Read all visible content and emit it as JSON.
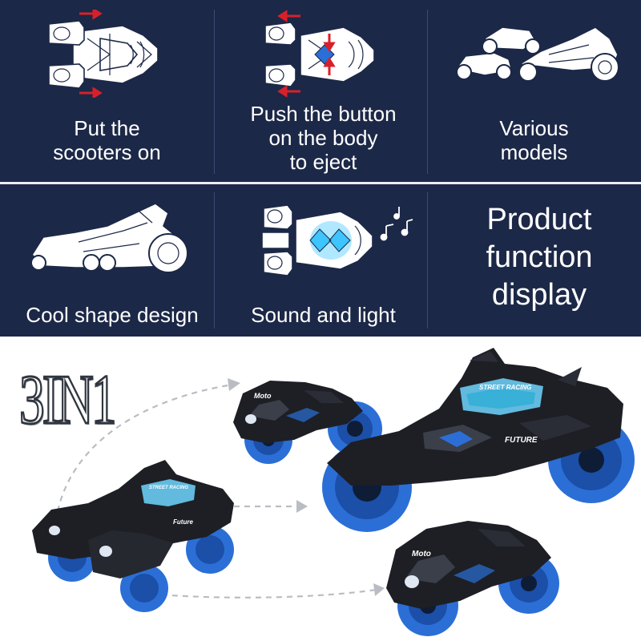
{
  "features": {
    "put_scooters": "Put the\nscooters on",
    "push_button": "Push the button\non the body\nto eject",
    "various_models": "Various\nmodels",
    "cool_shape": "Cool shape  design",
    "sound_light": "Sound and light",
    "product_function": "Product\nfunction\ndisplay"
  },
  "product": {
    "logo_text": "3IN1",
    "decal_big_car": "STREET RACING",
    "decal_big_side": "FUTURE",
    "decal_small_car": "STREET RACING",
    "decal_small_side": "Future",
    "decal_moto_top": "Moto",
    "decal_moto_bottom": "Moto"
  },
  "colors": {
    "panel_bg": "#1c2847",
    "divider": "#e9ecf2",
    "arrow_red": "#d8202a",
    "wheel_blue": "#2b6fd6",
    "glow_cyan": "#6fd6ff",
    "body_black": "#1d1f25"
  }
}
